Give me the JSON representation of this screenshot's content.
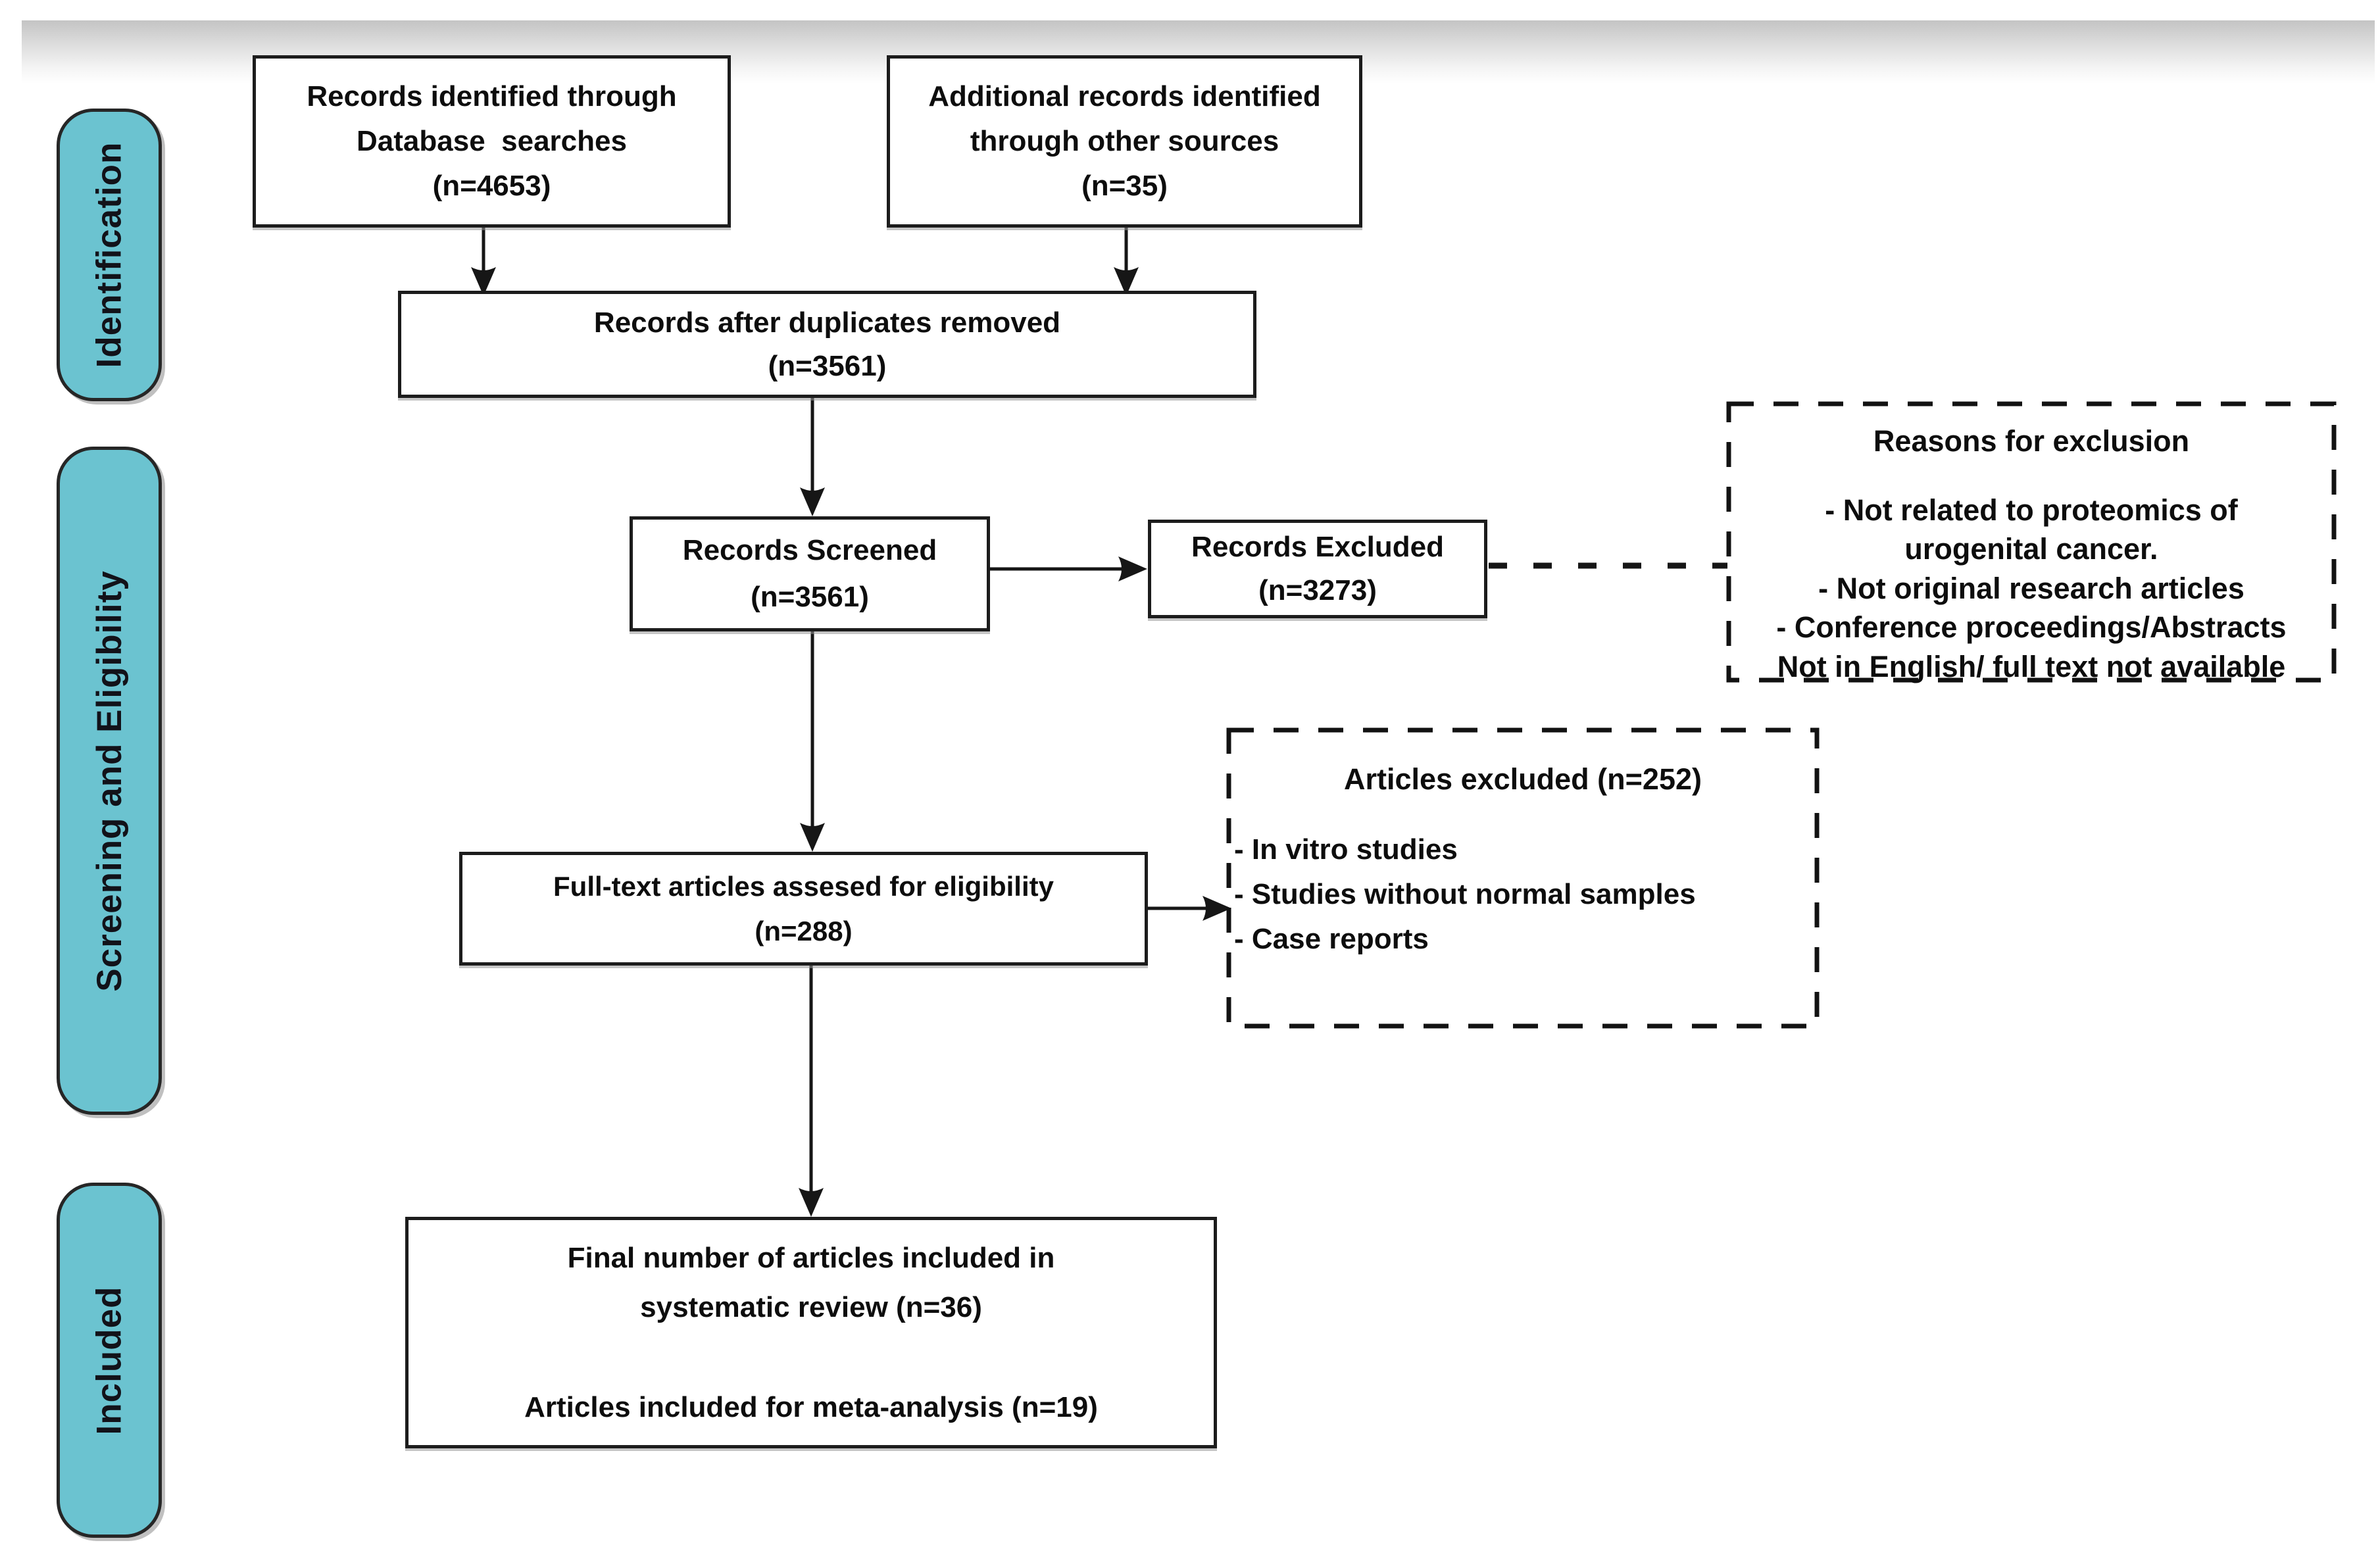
{
  "figure": {
    "type": "prisma-flow-diagram",
    "colors": {
      "stage_fill": "#6bc3d0",
      "stage_border": "#262626",
      "box_border": "#1c1c1c",
      "text": "#0d0d0d",
      "top_shade": "#c4c4c4"
    },
    "stages": [
      {
        "label": "Identification"
      },
      {
        "label": "Screening and Eligibility"
      },
      {
        "label": "Included"
      }
    ],
    "nodes": {
      "records_identified": {
        "text": "Records identified through\nDatabase  searches\n(n=4653)"
      },
      "additional_records": {
        "text": "Additional records identified\nthrough other sources\n(n=35)"
      },
      "after_duplicates": {
        "text": "Records after duplicates removed\n(n=3561)"
      },
      "records_screened": {
        "text": "Records Screened\n(n=3561)"
      },
      "records_excluded": {
        "text": "Records Excluded\n(n=3273)"
      },
      "reasons_for_exclusion": {
        "title": "Reasons for exclusion",
        "items": "- Not related to proteomics of\nurogenital cancer.\n- Not original research articles\n- Conference proceedings/Abstracts\nNot in English/ full text not available"
      },
      "full_text_assessed": {
        "text": "Full-text articles assesed for eligibility\n(n=288)"
      },
      "articles_excluded": {
        "title": "Articles excluded (n=252)",
        "items": [
          "- In vitro studies",
          "- Studies without normal samples",
          "- Case reports"
        ]
      },
      "final_included": {
        "text": "Final number of articles included in\nsystematic review (n=36)\n\nArticles included for meta-analysis (n=19)"
      }
    }
  }
}
